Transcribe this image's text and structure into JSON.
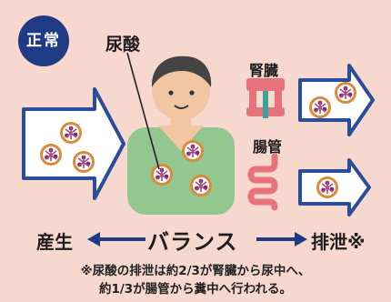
{
  "badge": "正常",
  "labels": {
    "uric_acid": "尿酸",
    "kidney": "腎臓",
    "intestine": "腸管"
  },
  "balance_bar": {
    "left": "産生",
    "center": "バランス",
    "right": "排泄※"
  },
  "footnote": {
    "line1": "※尿酸の排泄は約2/3が腎臓から尿中へ、",
    "line2": "約1/3が腸管から糞中へ行われる。"
  },
  "colors": {
    "background": "#f7d8cf",
    "badge": "#1f3b85",
    "arrow_stroke": "#2a4d9b",
    "shirt": "#94c78f",
    "skin": "#f3c6a3",
    "hair": "#444444",
    "organ": "#e7727b",
    "ureter": "#39a39b"
  }
}
